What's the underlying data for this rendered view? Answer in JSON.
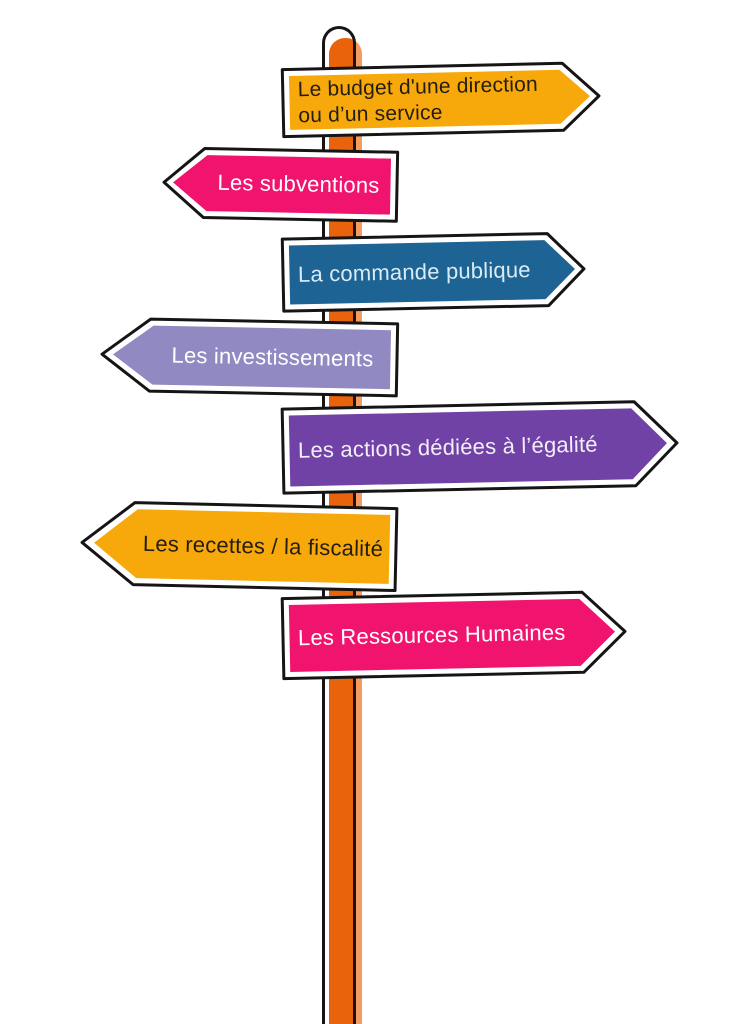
{
  "page": {
    "background_color": "#FFFFFF"
  },
  "pole": {
    "color": "#E8630C",
    "highlight_color": "#F49B5F",
    "outline_color": "#151515"
  },
  "signs": [
    {
      "label": "Le budget d'une direction ou d’un service",
      "lines": [
        "Le budget d'une direction",
        "ou d’un service"
      ],
      "direction": "right",
      "color": "#F7A90B",
      "text_color": "#241D10"
    },
    {
      "label": "Les subventions",
      "lines": [
        "Les subventions"
      ],
      "direction": "left",
      "color": "#F0146F",
      "text_color": "#FFFFFF"
    },
    {
      "label": "La commande publique",
      "lines": [
        "La commande publique"
      ],
      "direction": "right",
      "color": "#1D6394",
      "text_color": "#D9EBF5"
    },
    {
      "label": "Les investissements",
      "lines": [
        "Les investissements"
      ],
      "direction": "left",
      "color": "#9089C2",
      "text_color": "#FFFFFF"
    },
    {
      "label": "Les actions dédiées à l’égalité",
      "lines": [
        "Les actions dédiées à l’égalité"
      ],
      "direction": "right",
      "color": "#7142A6",
      "text_color": "#F3EDF8"
    },
    {
      "label": "Les recettes / la fiscalité",
      "lines": [
        "Les recettes / la fiscalité"
      ],
      "direction": "left",
      "color": "#F7A90B",
      "text_color": "#241D10"
    },
    {
      "label": "Les Ressources Humaines",
      "lines": [
        "Les Ressources Humaines"
      ],
      "direction": "right",
      "color": "#F0146F",
      "text_color": "#FFFFFF"
    }
  ]
}
